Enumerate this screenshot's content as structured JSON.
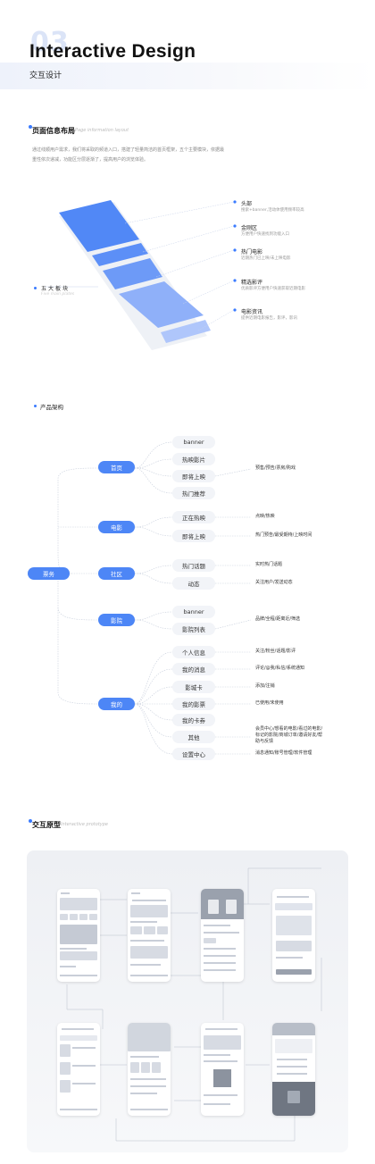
{
  "header": {
    "number": "03",
    "title_en": "Interactive Design",
    "title_cn": "交互设计"
  },
  "layout_section": {
    "title": "页面信息布局",
    "subtitle": "Page information layout",
    "desc_line1": "通过线顺用户需求，我们将采取的频道入口，搭建了轻量简洁的首页框架，五个主要模块，依据最",
    "desc_line2": "重性依次递减，功能区分层逐渐了，提高用户的浏览体验。",
    "diagram_label": "五大板块",
    "diagram_sublabel": "Five main plates",
    "blocks": [
      {
        "title": "头部",
        "desc": "搜索+banner,活动体使用频率较高"
      },
      {
        "title": "金刚区",
        "desc": "方便用户快速找到功能入口"
      },
      {
        "title": "热门电影",
        "desc": "近期热门已上映/未上映电影"
      },
      {
        "title": "精选影评",
        "desc": "优质影评方便用户快速获取近期电影"
      },
      {
        "title": "电影资讯",
        "desc": "提供近期电影报告，影评，影讯"
      }
    ],
    "block_colors": [
      "#5188f6",
      "#5c8ff7",
      "#6d9af7",
      "#8fb0f9",
      "#afc6fb"
    ]
  },
  "arch_section": {
    "title": "产品架构",
    "root": "票务",
    "tabs": [
      {
        "label": "首页",
        "children": [
          "banner",
          "热映影片",
          "即将上映",
          "热门推荐"
        ]
      },
      {
        "label": "电影",
        "children": [
          "正在热映",
          "即将上映"
        ]
      },
      {
        "label": "社区",
        "children": [
          "热门话题",
          "动态"
        ]
      },
      {
        "label": "影院",
        "children": [
          "banner",
          "影院列表"
        ]
      },
      {
        "label": "我的",
        "children": [
          "个人信息",
          "我的消息",
          "影城卡",
          "我的影票",
          "我的卡券",
          "其他",
          "设置中心"
        ]
      }
    ],
    "leaves": {
      "home_upcoming": "预售/预告/票房/购戏",
      "now_showing": "点映/热映",
      "movie_upcoming": "热门预告/最受期待/上映时间",
      "hot_topics": "实时热门话题",
      "dynamics": "关注用户/发送动态",
      "cinema_list": "品牌/全程/距离近/筛选",
      "personal_info": "关注/粉丝/话题/影评",
      "my_messages": "评论/@我/私信/系统通知",
      "cinema_card": "添加/注销",
      "my_tickets": "已使用/未使用",
      "other_1": "会员中心/想看的电影/看过的电影/",
      "other_2": "标记的影院/商城订单/邀请好友/帮",
      "other_3": "助与反馈",
      "settings": "消息通知/账号管理/软件管理"
    }
  },
  "proto_section": {
    "title": "交互原型",
    "subtitle": "Interactive prototype"
  }
}
